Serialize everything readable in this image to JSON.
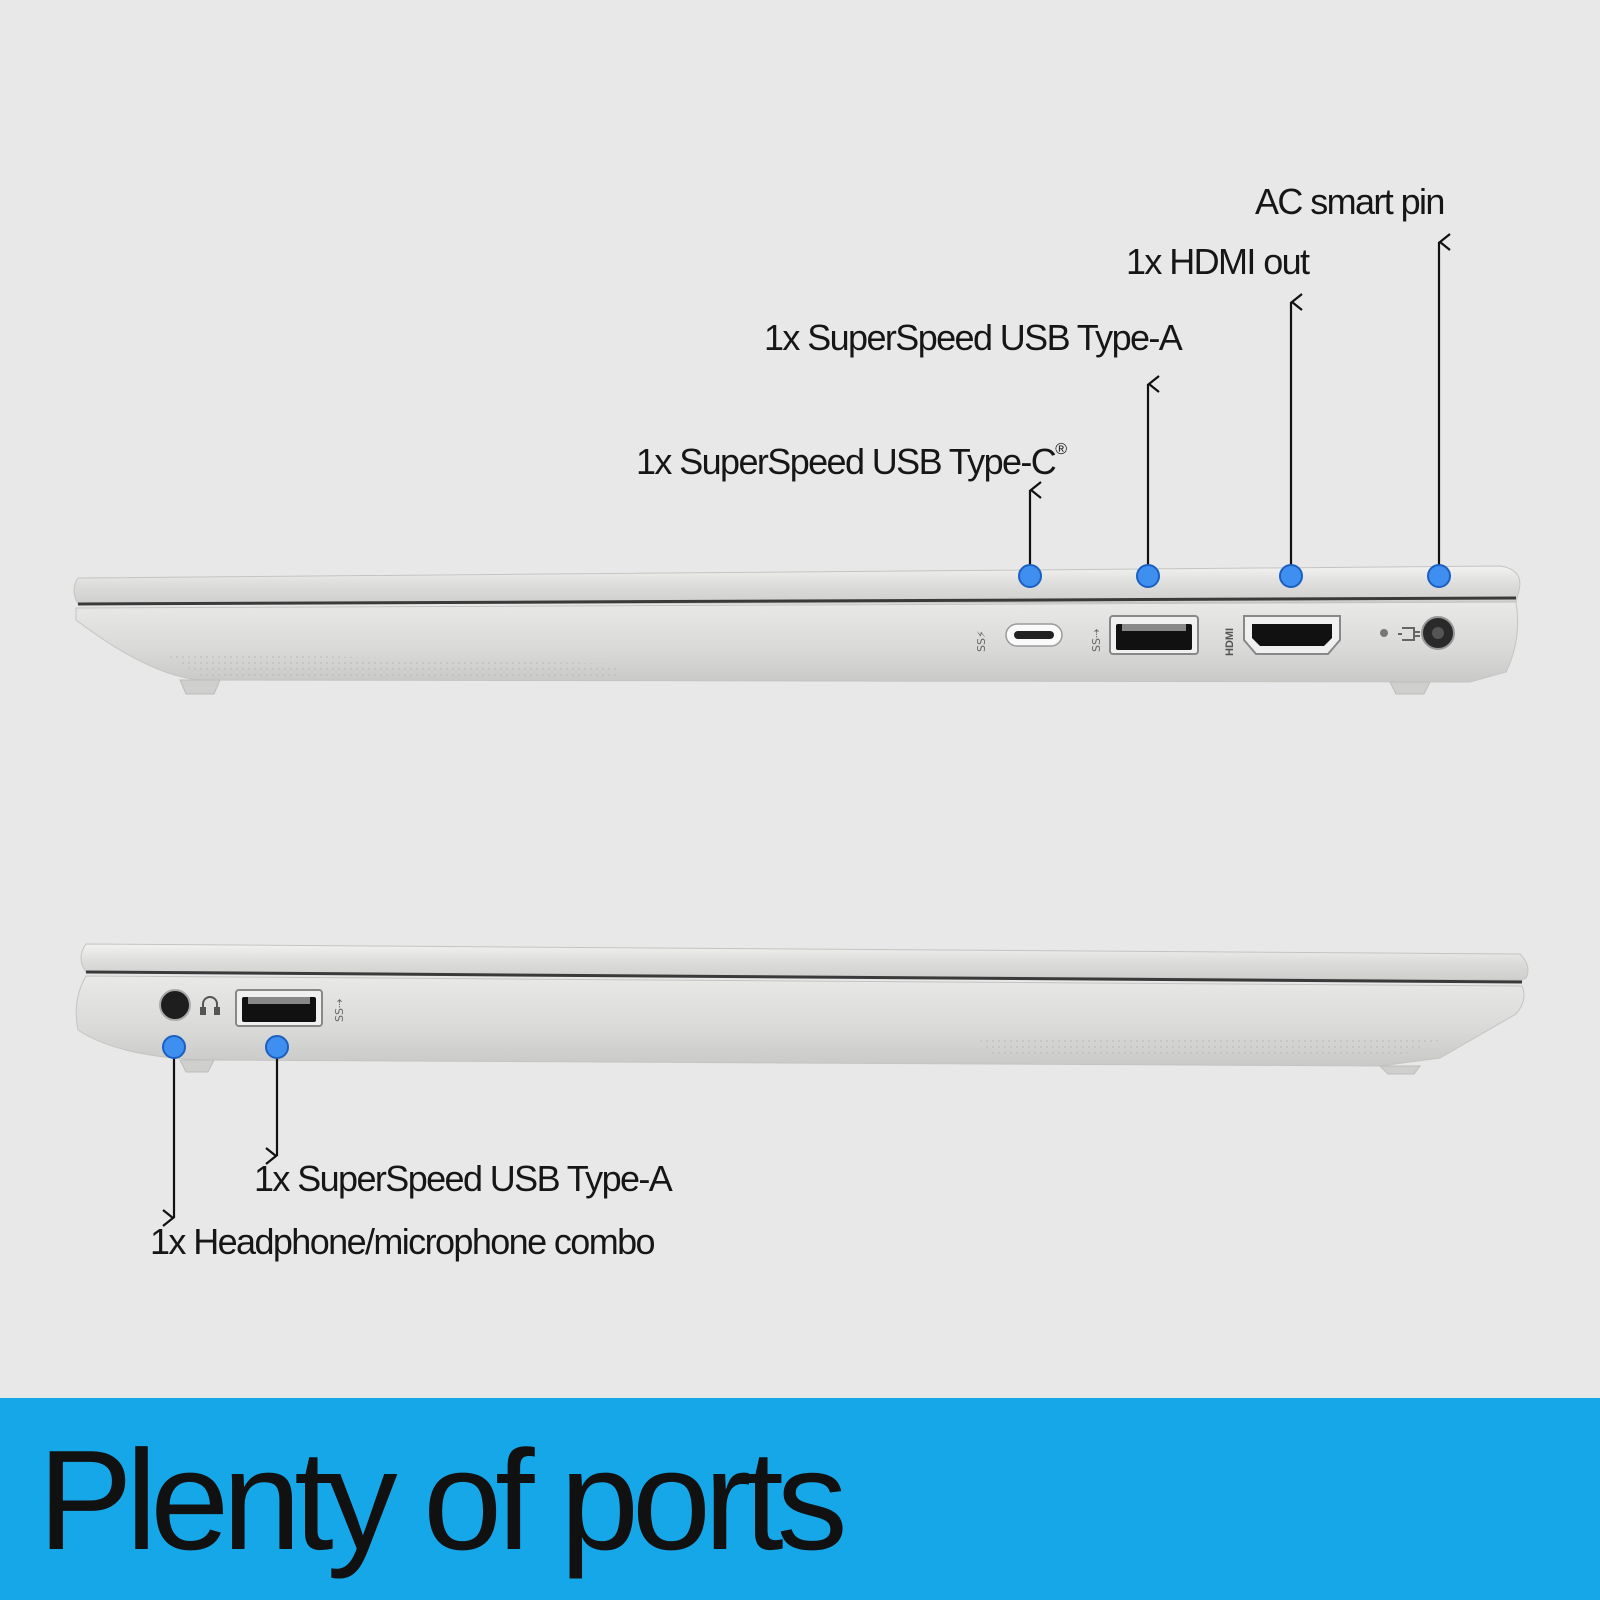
{
  "labels": {
    "ac_pin": "AC smart pin",
    "hdmi": "1x HDMI out",
    "usb_a_right": "1x SuperSpeed USB Type-A",
    "usb_c": "1x SuperSpeed USB Type-C",
    "usb_c_mark": "®",
    "usb_a_left": "1x SuperSpeed USB Type-A",
    "headphone": "1x Headphone/microphone combo"
  },
  "port_markings": {
    "hdmi_text": "HDMI"
  },
  "banner": {
    "title": "Plenty of ports"
  },
  "colors": {
    "background": "#e8e8e8",
    "banner": "#16a7e9",
    "callout_dot": "#3e8ff0",
    "laptop_silver": "#d8d8d6",
    "text": "#111111"
  },
  "icons": [
    "superspeed-thunderbolt-icon",
    "superspeed-usb-icon",
    "power-plug-icon",
    "headphone-icon",
    "arrow-up-icon",
    "arrow-down-icon"
  ]
}
